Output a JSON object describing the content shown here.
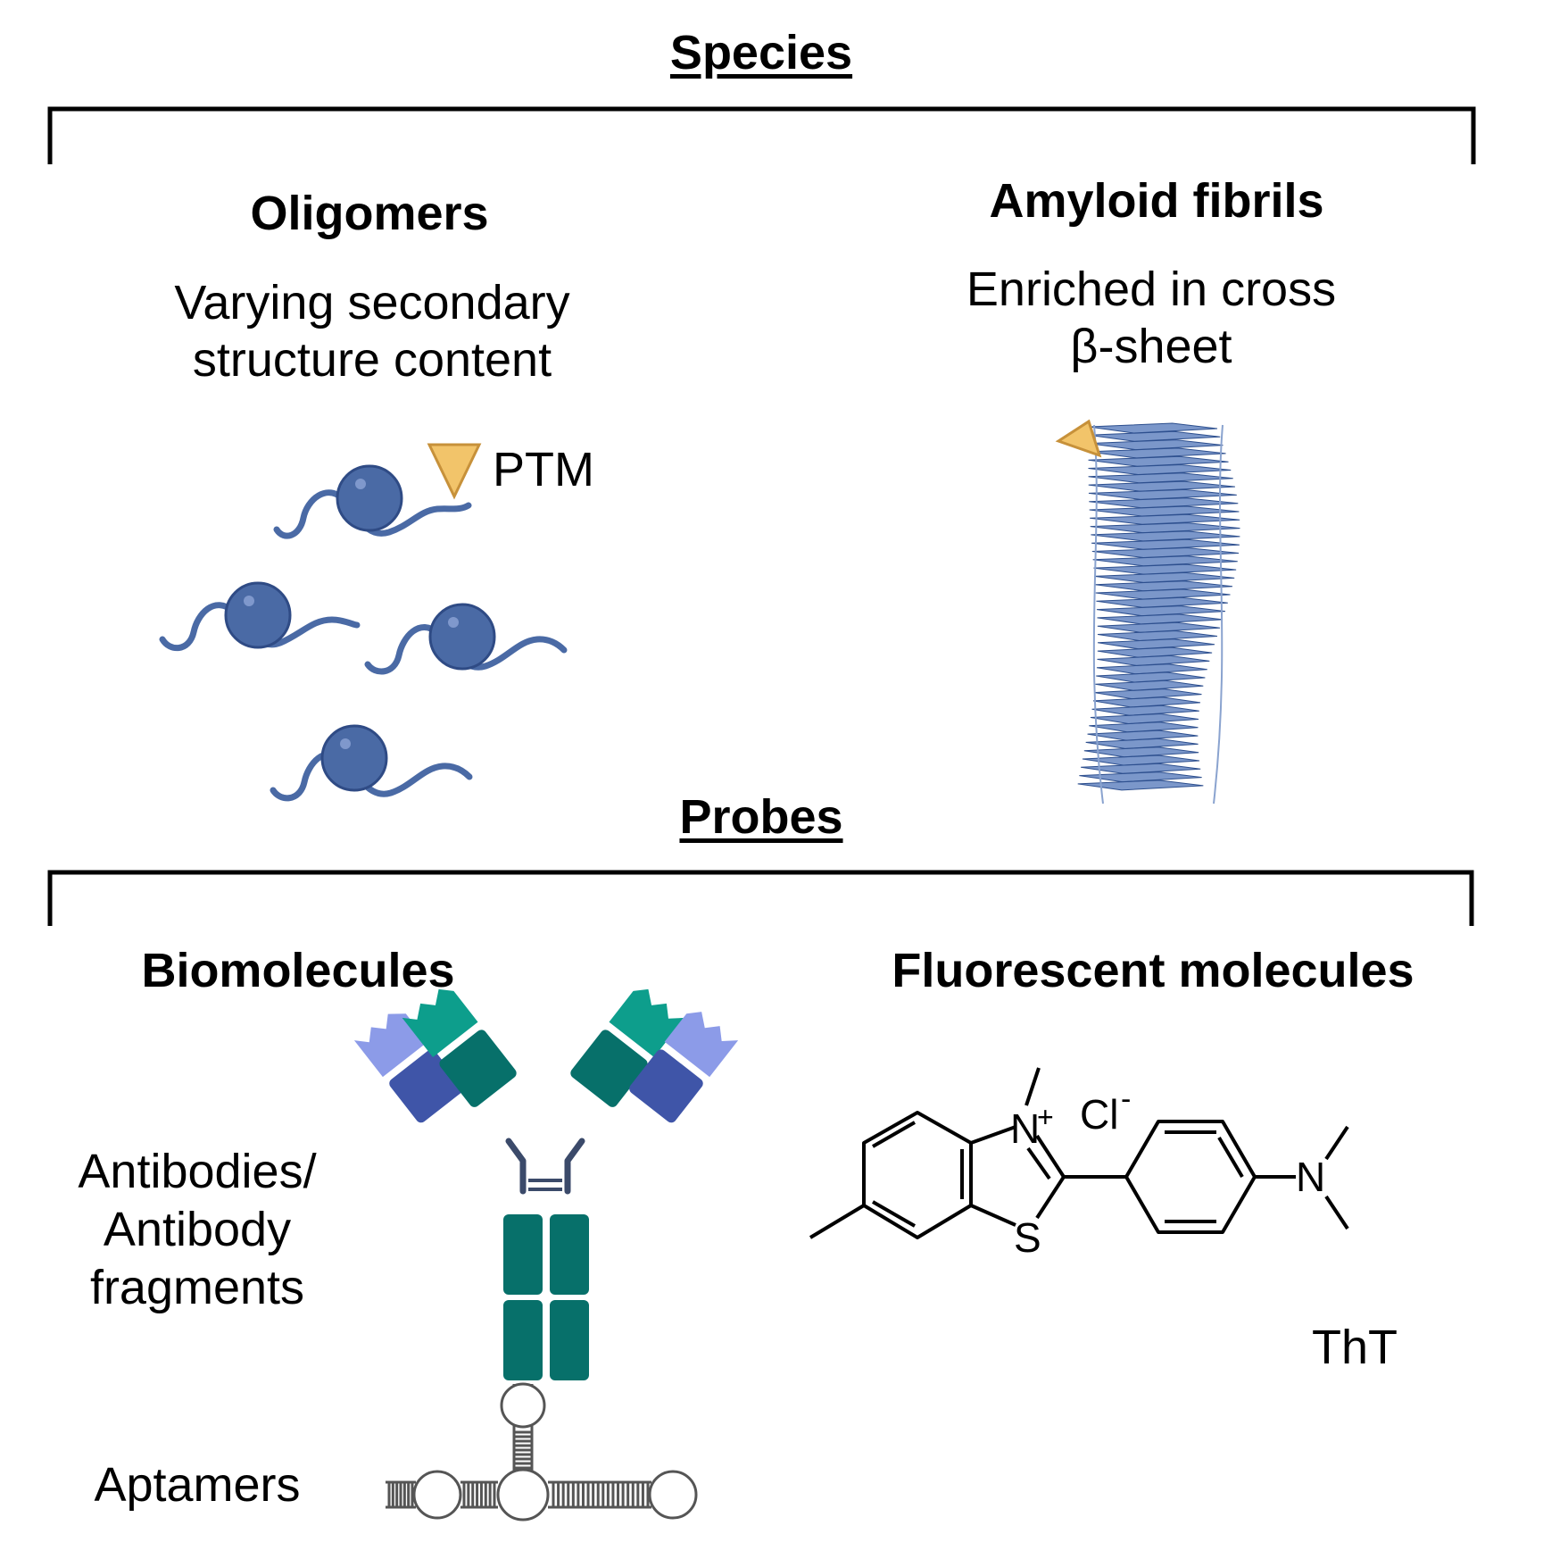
{
  "species": {
    "title": "Species",
    "oligomers": {
      "heading": "Oligomers",
      "description_line1": "Varying secondary",
      "description_line2": "structure content",
      "ptm_label": "PTM"
    },
    "fibrils": {
      "heading": "Amyloid fibrils",
      "description_line1": "Enriched in cross",
      "description_line2": "β-sheet"
    }
  },
  "probes": {
    "title": "Probes",
    "biomolecules": {
      "heading": "Biomolecules",
      "antibody_line1": "Antibodies/",
      "antibody_line2": "Antibody",
      "antibody_line3": "fragments",
      "aptamers_label": "Aptamers"
    },
    "fluorescent": {
      "heading": "Fluorescent molecules",
      "atom_n_plus": "N",
      "charge_plus": "+",
      "counter_ion": "Cl",
      "counter_ion_charge": "-",
      "atom_s": "S",
      "atom_n": "N",
      "molecule_name": "ThT"
    }
  },
  "colors": {
    "protein_blue": "#4a6aa5",
    "protein_blue_dark": "#2f4b85",
    "ptm_orange": "#f2c46a",
    "fibril_blue": "#4f74b8",
    "antibody_teal": "#0d9e8c",
    "antibody_teal_dark": "#07706a",
    "antibody_periwinkle": "#8c9be8",
    "antibody_indigo": "#3f55a8",
    "hinge_slate": "#3b4a6a"
  }
}
